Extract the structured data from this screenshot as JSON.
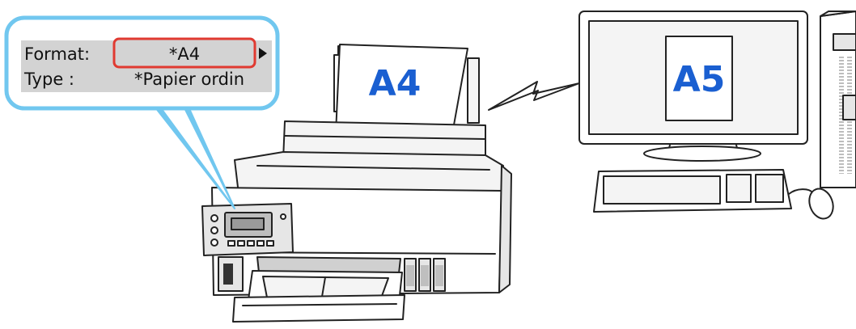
{
  "lcd": {
    "format_label": "Format:",
    "format_value": "*A4",
    "type_label": "Type :",
    "type_value": "*Papier ordin"
  },
  "printer_paper": {
    "size": "A4"
  },
  "monitor_document": {
    "size": "A5"
  },
  "colors": {
    "callout": "#71c7ef",
    "highlight": "#e03a31",
    "paper_text": "#1a5fd1",
    "lcd_band": "#d3d3d3"
  }
}
